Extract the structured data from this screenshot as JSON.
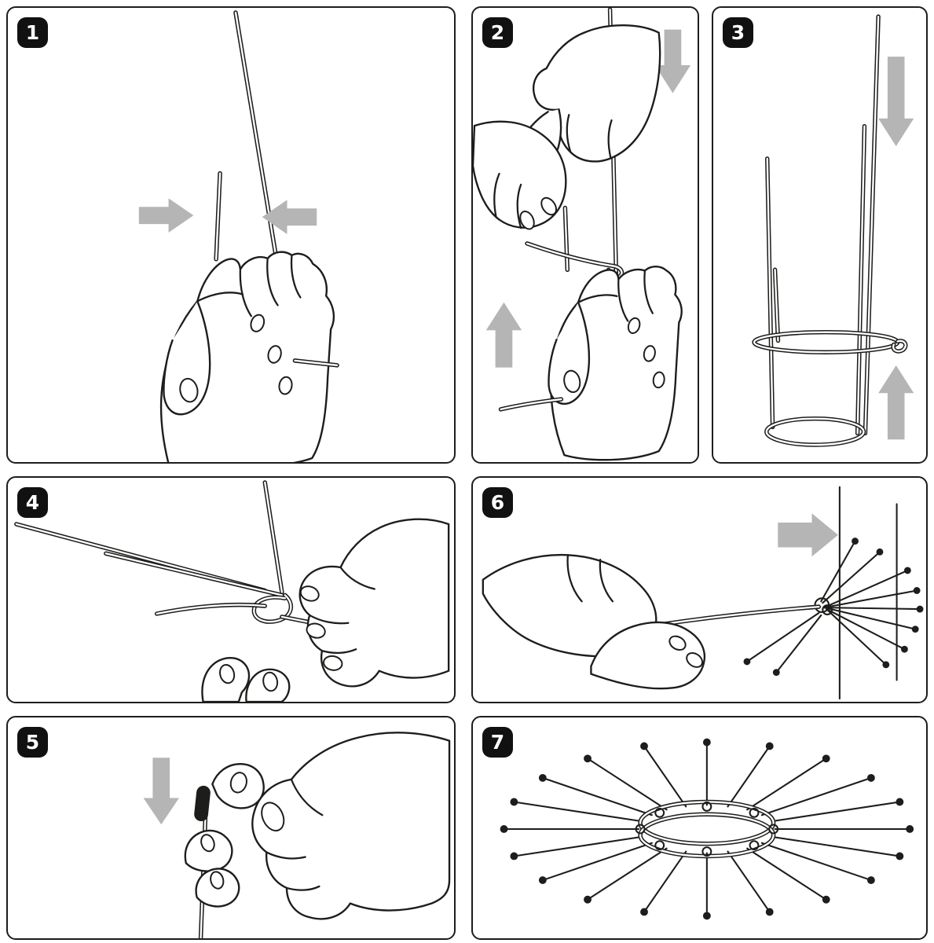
{
  "sheet": {
    "background": "#ffffff",
    "line_color": "#1d1d1b",
    "arrow_color": "#b5b5b5",
    "badge_bg": "#111111",
    "badge_text_color": "#ffffff"
  },
  "steps": [
    {
      "number": "1",
      "icons": [
        "arrow-right-icon",
        "arrow-left-icon"
      ]
    },
    {
      "number": "2",
      "icons": [
        "arrow-down-icon",
        "arrow-up-icon"
      ]
    },
    {
      "number": "3",
      "icons": [
        "arrow-down-icon",
        "arrow-up-icon"
      ]
    },
    {
      "number": "4",
      "icons": []
    },
    {
      "number": "5",
      "icons": [
        "arrow-down-icon"
      ]
    },
    {
      "number": "6",
      "icons": [
        "arrow-right-icon"
      ]
    },
    {
      "number": "7",
      "icons": []
    }
  ]
}
